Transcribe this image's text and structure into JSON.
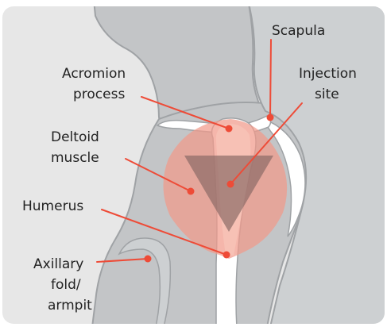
{
  "diagram": {
    "labels": {
      "scapula": "Scapula",
      "acromion_1": "Acromion",
      "acromion_2": "process",
      "injection_1": "Injection",
      "injection_2": "site",
      "deltoid_1": "Deltoid",
      "deltoid_2": "muscle",
      "humerus": "Humerus",
      "axillary_1": "Axillary",
      "axillary_2": "fold/",
      "axillary_3": "armpit"
    },
    "colors": {
      "panel": "#e7e7e7",
      "body_fill": "#c3c5c7",
      "body_outline": "#9fa2a5",
      "bone": "#ffffff",
      "muscle": "#f19a8a",
      "muscle_inner": "#f8c4b8",
      "triangle": "#8b6b67",
      "leader": "#ee4b37",
      "dot": "#ee4b37"
    },
    "icons": {
      "injection_marker": "inverted-triangle"
    }
  }
}
